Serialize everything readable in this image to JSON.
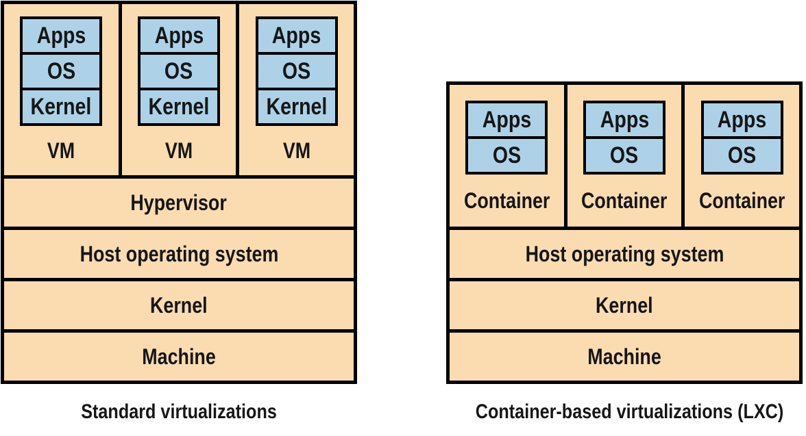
{
  "colors": {
    "box_fill": "#FBDCB1",
    "layer_fill": "#ADD2E8",
    "border": "#000000",
    "text": "#161616",
    "background": "#FFFFFF"
  },
  "left_diagram": {
    "caption": "Standard virtualizations",
    "vms": [
      {
        "label": "VM",
        "layers": [
          "Apps",
          "OS",
          "Kernel"
        ]
      },
      {
        "label": "VM",
        "layers": [
          "Apps",
          "OS",
          "Kernel"
        ]
      },
      {
        "label": "VM",
        "layers": [
          "Apps",
          "OS",
          "Kernel"
        ]
      }
    ],
    "rows": [
      "Hypervisor",
      "Host operating system",
      "Kernel",
      "Machine"
    ]
  },
  "right_diagram": {
    "caption": "Container-based virtualizations (LXC)",
    "containers": [
      {
        "label": "Container",
        "layers": [
          "Apps",
          "OS"
        ]
      },
      {
        "label": "Container",
        "layers": [
          "Apps",
          "OS"
        ]
      },
      {
        "label": "Container",
        "layers": [
          "Apps",
          "OS"
        ]
      }
    ],
    "rows": [
      "Host operating system",
      "Kernel",
      "Machine"
    ]
  }
}
